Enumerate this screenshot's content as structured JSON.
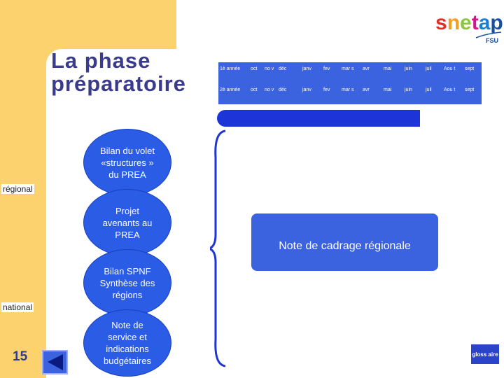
{
  "title": "La phase\npréparatoire",
  "timeline": {
    "rows": [
      {
        "year": "1è année",
        "months": [
          "oct",
          "no v",
          "déc",
          "janv",
          "fev",
          "mar s",
          "avr",
          "mai",
          "juin",
          "juil",
          "Aou t",
          "sept"
        ]
      },
      {
        "year": "2è année",
        "months": [
          "oct",
          "no v",
          "déc",
          "janv",
          "fev",
          "mar s",
          "avr",
          "mai",
          "juin",
          "juil",
          "Aou t",
          "sept"
        ]
      }
    ]
  },
  "levels": {
    "regional": "régional",
    "national": "national"
  },
  "steps": [
    "Bilan du volet «structures » du PREA",
    "Projet avenants au PREA",
    "Bilan SPNF Synthèse des régions",
    "Note de service et indications budgétaires"
  ],
  "note": "Note de cadrage régionale",
  "page_number": "15",
  "glossary_button": "gloss aire",
  "logo": {
    "text": "snetap",
    "sub": "FSU",
    "colors": {
      "s": "#e0302a",
      "n": "#f0a020",
      "e": "#8cc63f",
      "t": "#d4148c",
      "a": "#1a7fd4",
      "p": "#1a4fa0"
    }
  },
  "colors": {
    "accent": "#3b63e0",
    "bar": "#1c34d8",
    "yellow": "#fcd26e",
    "title": "#3b3b8e"
  }
}
